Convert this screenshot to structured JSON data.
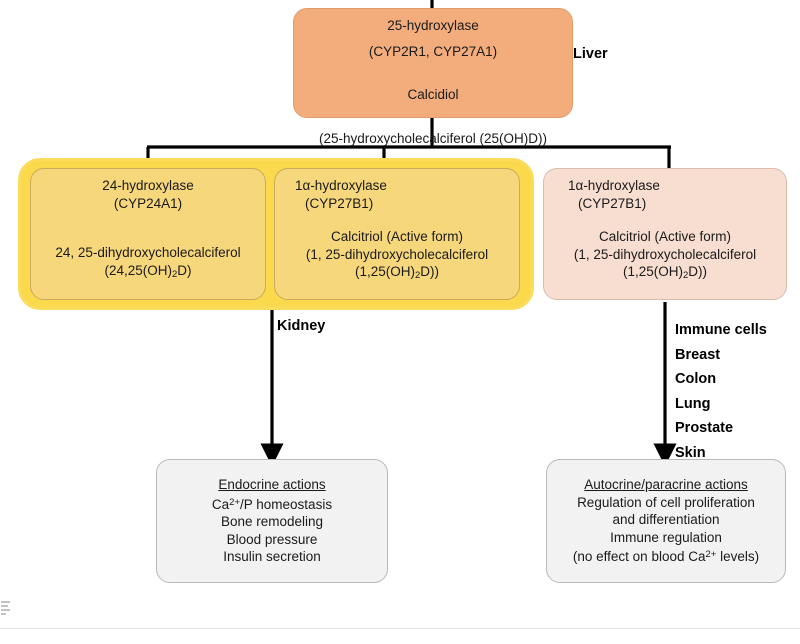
{
  "liver": {
    "label": "Liver",
    "enzyme_name": "25-hydroxylase",
    "enzyme_genes": "(CYP2R1, CYP27A1)",
    "metabolite": "Calcidiol",
    "metabolite_full": "(25-hydroxycholecalciferol (25(OH)D))"
  },
  "kidney": {
    "label": "Kidney",
    "box_24": {
      "enzyme_name": "24-hydroxylase",
      "enzyme_genes": "(CYP24A1)",
      "product": "24, 25-dihydroxycholecalciferol",
      "product_short_pre": "(24,25(OH)",
      "product_short_sub": "2",
      "product_short_post": "D)"
    },
    "box_1a": {
      "enzyme_name": "1α-hydroxylase",
      "enzyme_genes": "(CYP27B1)",
      "product": "Calcitriol (Active form)",
      "product_full": "(1, 25-dihydroxycholecalciferol",
      "product_short_pre": "(1,25(OH)",
      "product_short_sub": "2",
      "product_short_post": "D))"
    }
  },
  "extrarenal": {
    "enzyme_name": "1α-hydroxylase",
    "enzyme_genes": "(CYP27B1)",
    "product": "Calcitriol (Active form)",
    "product_full": "(1, 25-dihydroxycholecalciferol",
    "product_short_pre": "(1,25(OH)",
    "product_short_sub": "2",
    "product_short_post": "D))",
    "tissues": [
      "Immune cells",
      "Breast",
      "Colon",
      "Lung",
      "Prostate",
      "Skin"
    ]
  },
  "endocrine": {
    "heading": "Endocrine actions",
    "item1_pre": "Ca",
    "item1_sup": "2+",
    "item1_post": "/P homeostasis",
    "items": [
      "Bone remodeling",
      "Blood pressure",
      "Insulin secretion"
    ]
  },
  "autocrine": {
    "heading": "Autocrine/paracrine actions",
    "line1": "Regulation of cell proliferation",
    "line2": "and differentiation",
    "line3": "Immune regulation",
    "line4_pre": "(no effect on blood Ca",
    "line4_sup": "2+",
    "line4_post": " levels)"
  },
  "colors": {
    "liver_fill": "#F3AD7D",
    "kidney_group_fill": "#FBD94D",
    "kidney_box_fill": "#F7D77C",
    "extrarenal_fill": "#F7DED1",
    "outcome_fill": "#F2F2F2",
    "arrow": "#000000"
  }
}
